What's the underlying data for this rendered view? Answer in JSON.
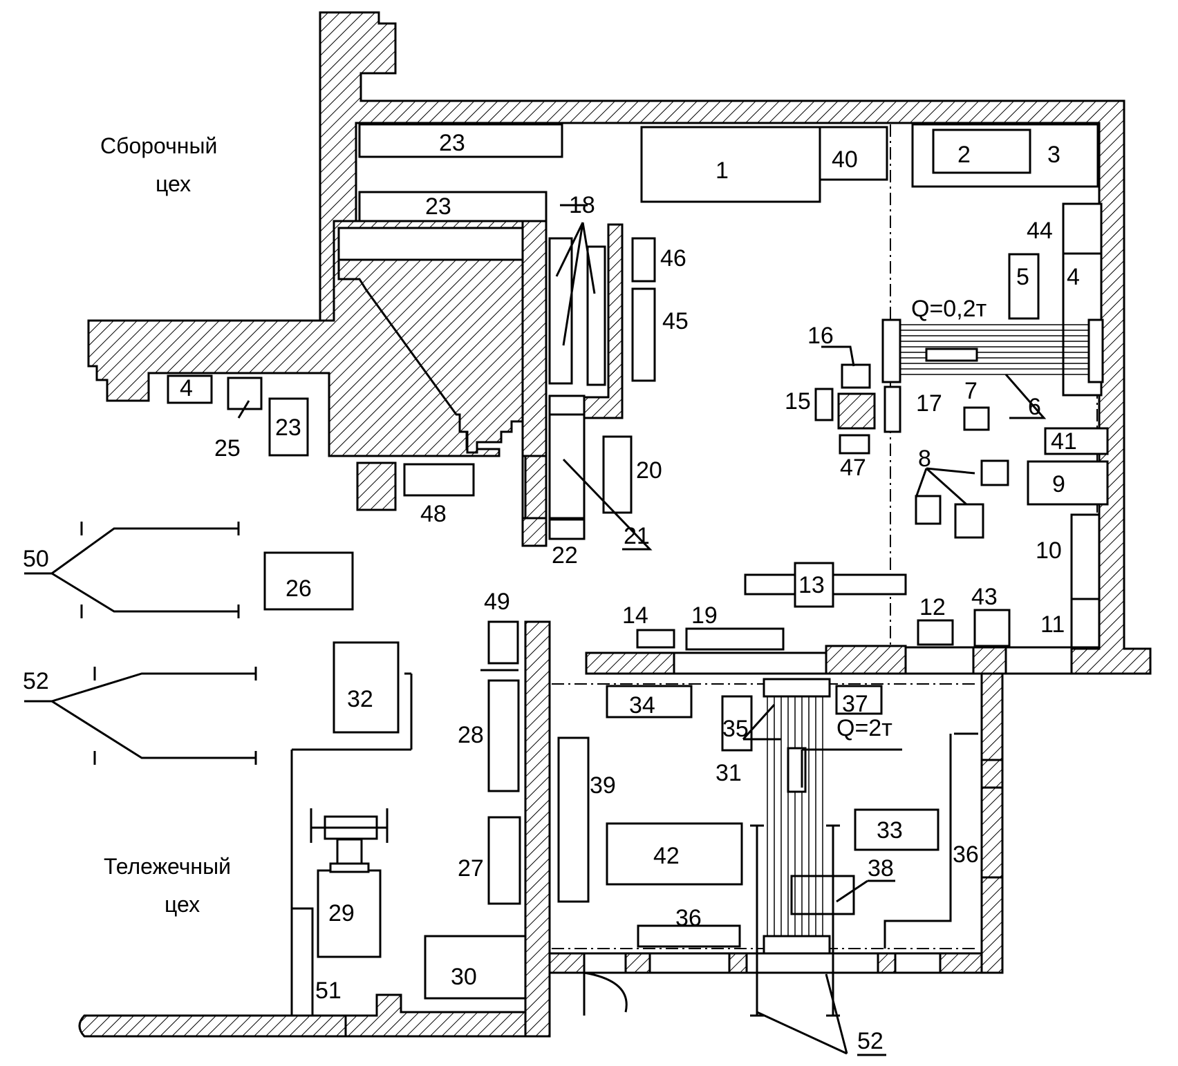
{
  "rooms": {
    "assembly": "Сборочный\nцех",
    "bogie": "Тележечный\nцех"
  },
  "cranes": {
    "small": "Q=0,2т",
    "large": "Q=2т"
  },
  "labels": {
    "l1": "1",
    "l2": "2",
    "l3": "3",
    "l4a": "4",
    "l4b": "4",
    "l5": "5",
    "l6": "6",
    "l7": "7",
    "l8": "8",
    "l9": "9",
    "l10": "10",
    "l11": "11",
    "l12": "12",
    "l13": "13",
    "l14": "14",
    "l15": "15",
    "l16": "16",
    "l17": "17",
    "l18": "18",
    "l19": "19",
    "l20": "20",
    "l21": "21",
    "l22": "22",
    "l23a": "23",
    "l23b": "23",
    "l23c": "23",
    "l25": "25",
    "l26": "26",
    "l27": "27",
    "l28": "28",
    "l29": "29",
    "l30": "30",
    "l31": "31",
    "l32": "32",
    "l33": "33",
    "l34": "34",
    "l35": "35",
    "l36a": "36",
    "l36b": "36",
    "l37": "37",
    "l38": "38",
    "l39": "39",
    "l40": "40",
    "l41": "41",
    "l42": "42",
    "l43": "43",
    "l44": "44",
    "l45": "45",
    "l46": "46",
    "l47": "47",
    "l48": "48",
    "l49": "49",
    "l50": "50",
    "l51": "51",
    "l52a": "52",
    "l52b": "52"
  }
}
